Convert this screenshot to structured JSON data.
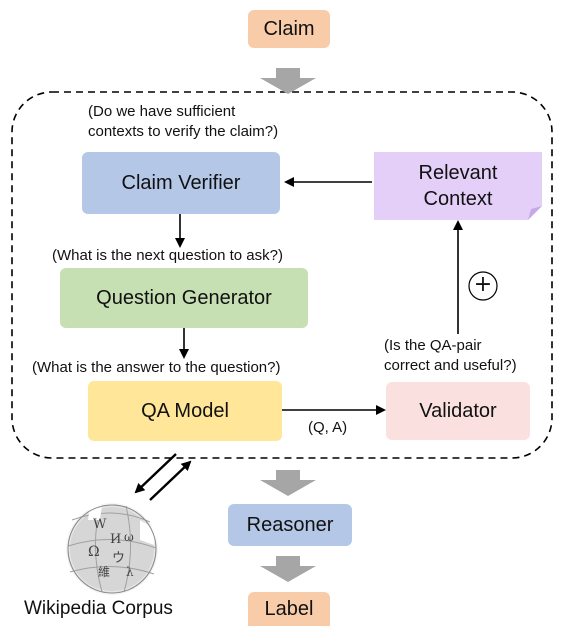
{
  "nodes": {
    "claim": "Claim",
    "claim_verifier": "Claim Verifier",
    "relevant_context": [
      "Relevant",
      "Context"
    ],
    "question_generator": "Question Generator",
    "qa_model": "QA Model",
    "validator": "Validator",
    "reasoner": "Reasoner",
    "label": "Label"
  },
  "notes": {
    "sufficient_context": [
      "(Do we have sufficient",
      "contexts to verify the claim?)"
    ],
    "next_question": "(What is the next question to ask?)",
    "answer_question": "(What is the answer to the question?)",
    "qa_pair_check": [
      "(Is the QA-pair",
      "correct and useful?)"
    ]
  },
  "edge_labels": {
    "qa_to_validator": "(Q, A)",
    "accumulate_symbol": "+"
  },
  "source": {
    "caption": "Wikipedia Corpus"
  },
  "colors": {
    "claim": "#f8cba9",
    "claim_verifier": "#b4c7e7",
    "relevant_context": "#e3cff8",
    "question_generator": "#c6e0b4",
    "qa_model": "#ffe699",
    "validator": "#fbe0e0",
    "reasoner": "#b4c7e7",
    "label": "#f8cba9",
    "flow_arrow": "#a6a6a6"
  }
}
